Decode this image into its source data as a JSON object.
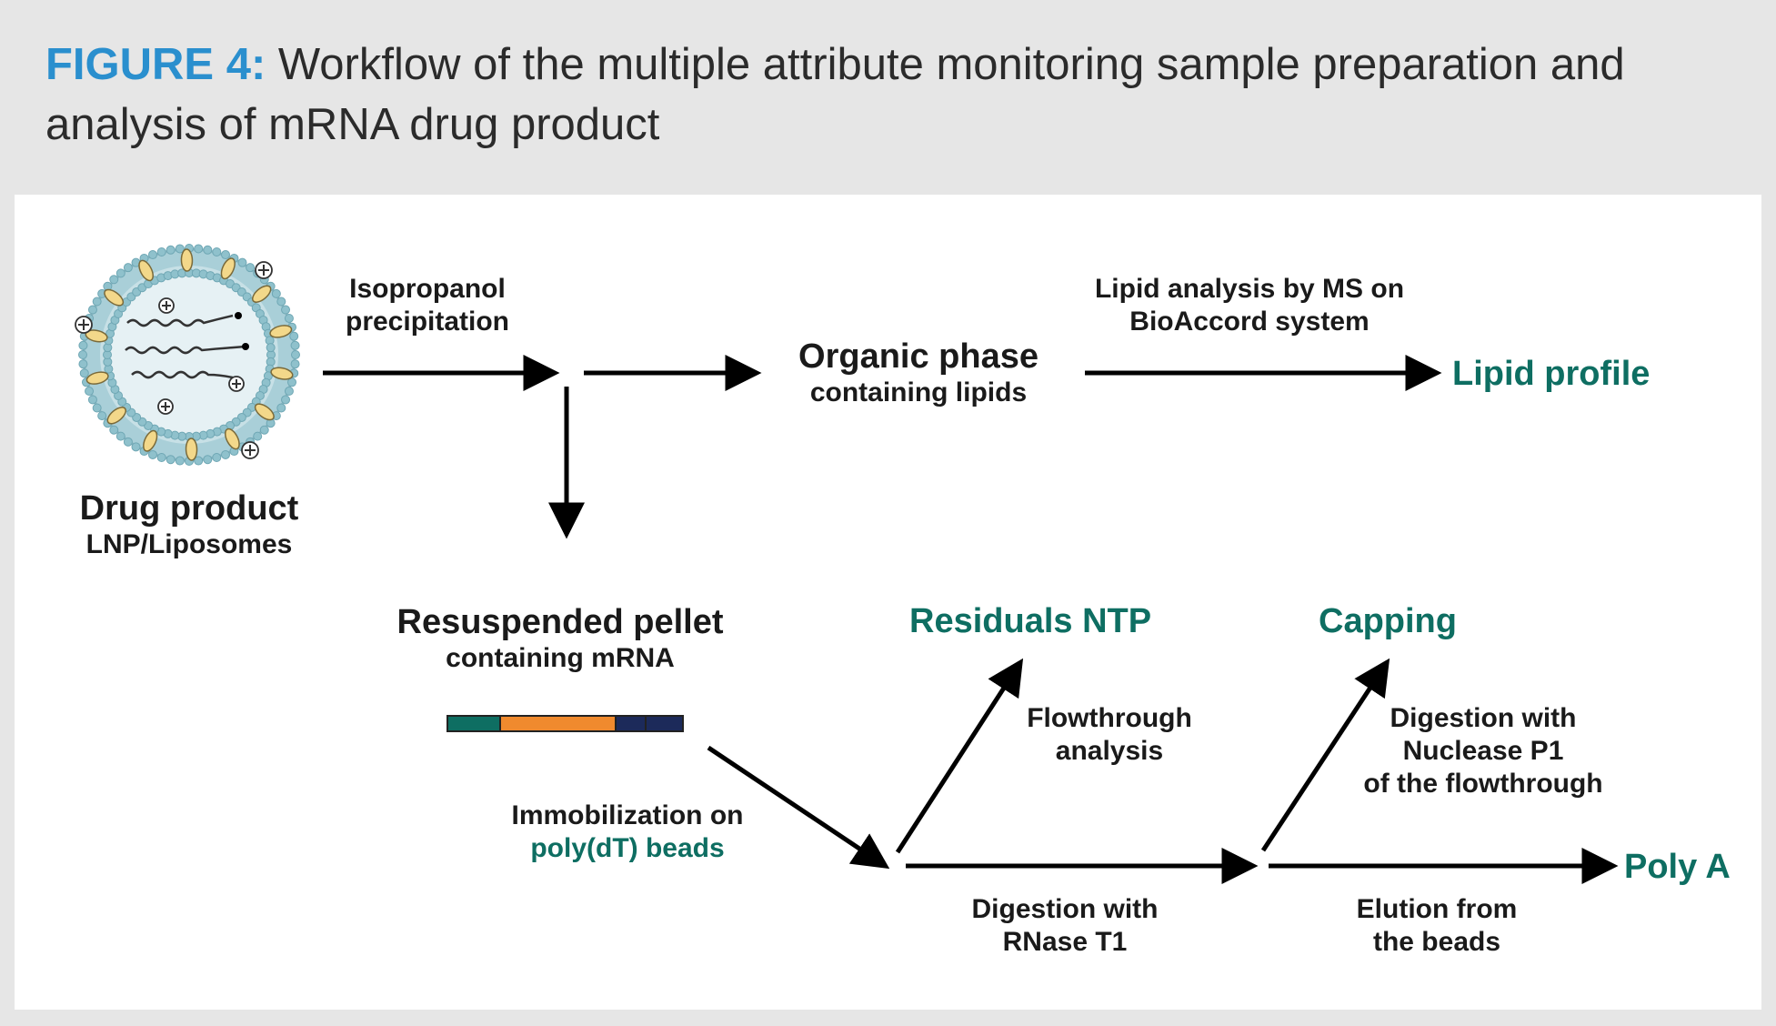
{
  "header": {
    "figure_label": "FIGURE 4:",
    "title": "Workflow of the multiple attribute monitoring sample preparation and analysis of mRNA drug product"
  },
  "nodes": {
    "drug_product": {
      "title": "Drug product",
      "subtitle": "LNP/Liposomes"
    },
    "organic_phase": {
      "title": "Organic phase",
      "subtitle": "containing lipids"
    },
    "pellet": {
      "title": "Resuspended pellet",
      "subtitle": "containing mRNA"
    },
    "lipid_profile": "Lipid profile",
    "residuals_ntp": "Residuals NTP",
    "capping": "Capping",
    "poly_a": "Poly A"
  },
  "steps": {
    "isopropanol": [
      "Isopropanol",
      "precipitation"
    ],
    "lipid_analysis": [
      "Lipid analysis by MS on",
      "BioAccord system"
    ],
    "immobilization": [
      "Immobilization on",
      "poly(dT) beads"
    ],
    "flowthrough": [
      "Flowthrough",
      "analysis"
    ],
    "digestion_p1": [
      "Digestion with",
      "Nuclease P1",
      "of the flowthrough"
    ],
    "digestion_t1": [
      "Digestion with",
      "RNase T1"
    ],
    "elution": [
      "Elution from",
      "the beads"
    ]
  },
  "colors": {
    "accent_blue": "#2a8fce",
    "output_green": "#0e6e62",
    "mrna_segments": [
      "#0e6e62",
      "#f08a2e",
      "#1c2a5a"
    ]
  }
}
